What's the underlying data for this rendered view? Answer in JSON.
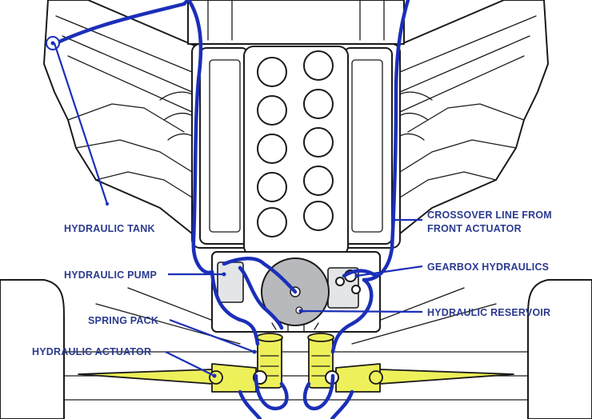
{
  "labels": {
    "hydraulic_tank": "HYDRAULIC TANK",
    "crossover_line_1": "CROSSOVER LINE FROM",
    "crossover_line_2": "FRONT ACTUATOR",
    "hydraulic_pump": "HYDRAULIC PUMP",
    "gearbox_hydraulics": "GEARBOX HYDRAULICS",
    "spring_pack": "SPRING PACK",
    "hydraulic_reservoir": "HYDRAULIC RESERVOIR",
    "hydraulic_actuator": "HYDRAULIC ACTUATOR"
  },
  "colors": {
    "pipe": "#1b2fb8",
    "label": "#2b3a8f",
    "actuator": "#eef05a",
    "reservoir": "#b7b9bd",
    "outline": "#1a1a1a"
  }
}
